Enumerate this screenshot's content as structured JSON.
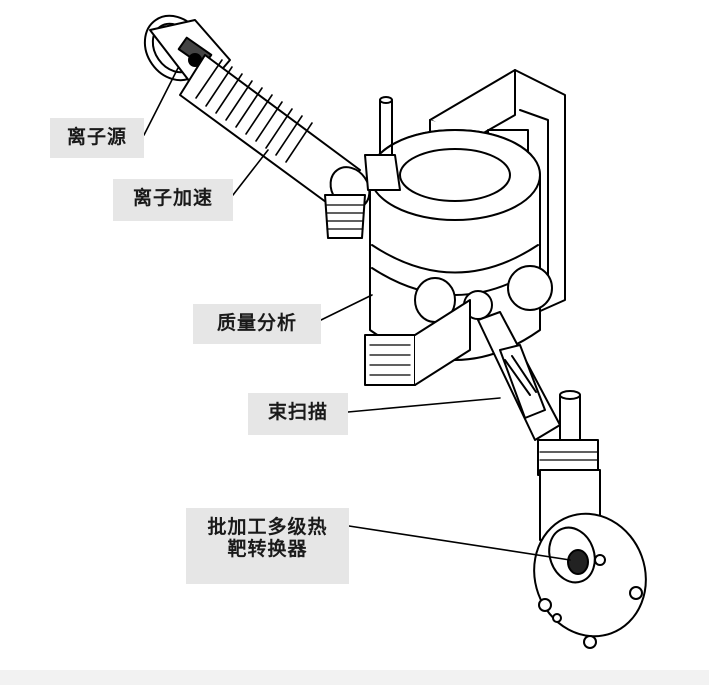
{
  "labels": {
    "ion_source": "离子源",
    "ion_acceleration": "离子加速",
    "mass_analysis": "质量分析",
    "beam_scanning": "束扫描",
    "target_changer_line1": "批加工多级热",
    "target_changer_line2": "靶转换器"
  },
  "colors": {
    "label_background": "#e6e6e6",
    "line": "#000000",
    "background": "#ffffff"
  }
}
